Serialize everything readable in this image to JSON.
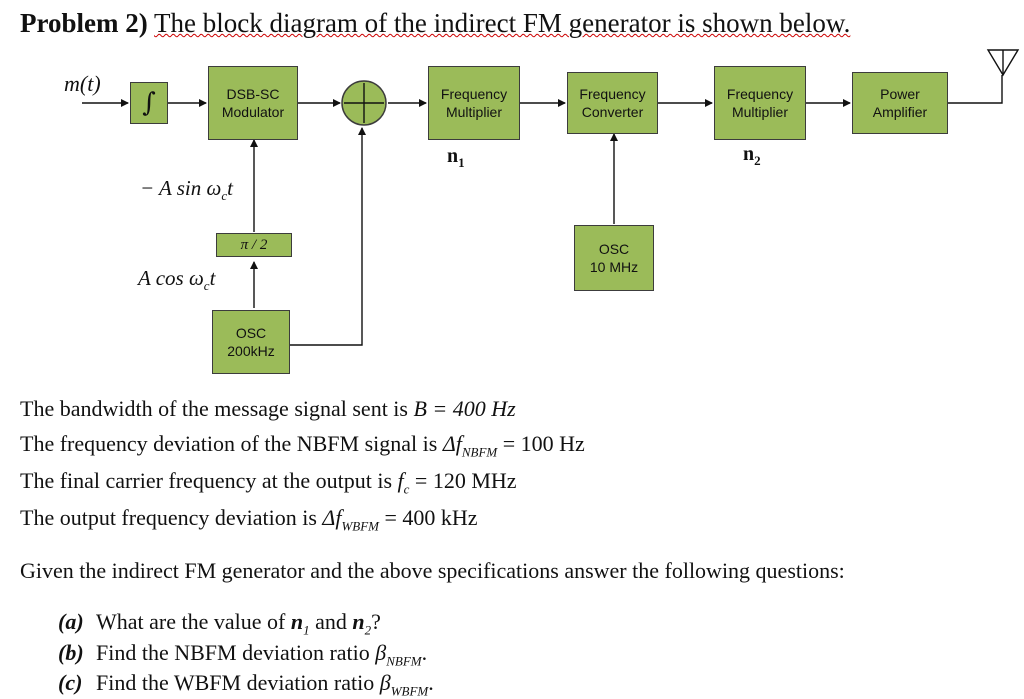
{
  "title": {
    "prefix": "Problem 2)",
    "text": "The block diagram of the indirect FM generator is shown below."
  },
  "diagram": {
    "input_label": "m(t)",
    "integrator_symbol": "∫",
    "dsb_line1": "DSB-SC",
    "dsb_line2": "Modulator",
    "fm1_line1": "Frequency",
    "fm1_line2": "Multiplier",
    "fc_line1": "Frequency",
    "fc_line2": "Converter",
    "fm2_line1": "Frequency",
    "fm2_line2": "Multiplier",
    "pa_line1": "Power",
    "pa_line2": "Amplifier",
    "n1": "n",
    "n1_sub": "1",
    "n2": "n",
    "n2_sub": "2",
    "minus_sin": "− A sin ω",
    "minus_sin_sub": "c",
    "minus_sin_t": "t",
    "phase_shift": "π / 2",
    "cos_label": "A cos ω",
    "cos_sub": "c",
    "cos_t": "t",
    "osc1_line1": "OSC",
    "osc1_line2": "200kHz",
    "osc2_line1": "OSC",
    "osc2_line2": "10 MHz"
  },
  "specs": [
    {
      "text": "The bandwidth of the message signal sent is",
      "math": "B = 400 Hz"
    },
    {
      "text": "The frequency deviation of the NBFM signal is",
      "math": "Δf",
      "sub": "NBFM",
      "after": "= 100 Hz"
    },
    {
      "text": "The final carrier frequency at the output is",
      "math": "f",
      "sub": "c",
      "after": "= 120 MHz"
    },
    {
      "text": "The output frequency deviation is",
      "math": "Δf",
      "sub": "WBFM",
      "after": "= 400 kHz"
    }
  ],
  "given": "Given the indirect FM generator and the above specifications answer the following questions:",
  "questions": [
    {
      "label": "(a)",
      "text": "What are the value of",
      "n1": "n",
      "n1_sub": "1",
      "and": "and",
      "n2": "n",
      "n2_sub": "2",
      "end": "?"
    },
    {
      "label": "(b)",
      "text": "Find the NBFM deviation ratio",
      "sym": "β",
      "sub": "NBFM",
      "end": "."
    },
    {
      "label": "(c)",
      "text": "Find the WBFM deviation ratio",
      "sym": "β",
      "sub": "WBFM",
      "end": "."
    }
  ]
}
